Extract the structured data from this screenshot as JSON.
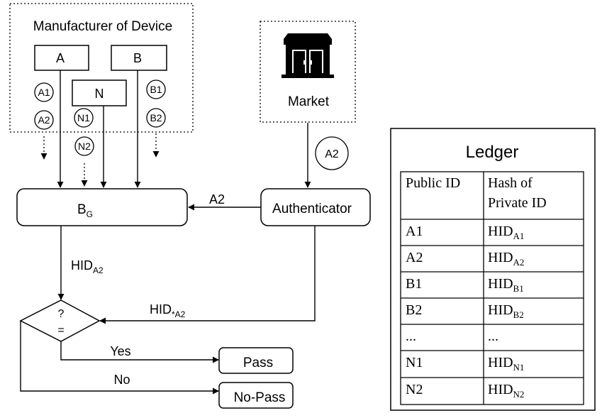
{
  "manufacturer": {
    "title": "Manufacturer of Device",
    "boxes": {
      "a": "A",
      "b": "B",
      "n": "N"
    },
    "tokens": {
      "a1": "A1",
      "a2": "A2",
      "b1": "B1",
      "b2": "B2",
      "n1": "N1",
      "n2": "N2"
    }
  },
  "market": {
    "label": "Market",
    "icon": "store-icon",
    "token": "A2"
  },
  "flow": {
    "bg_main": "B",
    "bg_sub": "G",
    "authenticator": "Authenticator",
    "auth_to_bg_label": "A2",
    "hid_left_main": "HID",
    "hid_left_sub": "A2",
    "hid_right_main": "HID",
    "hid_right_sub": "*A2",
    "decision_q": "?",
    "decision_eq": "=",
    "yes_label": "Yes",
    "no_label": "No",
    "pass_label": "Pass",
    "nopass_label": "No-Pass"
  },
  "ledger": {
    "title": "Ledger",
    "header_col1": "Public ID",
    "header_col2_line1": "Hash of",
    "header_col2_line2": "Private ID",
    "rows": [
      {
        "id": "A1",
        "hash_main": "HID",
        "hash_sub": "A1"
      },
      {
        "id": "A2",
        "hash_main": "HID",
        "hash_sub": "A2"
      },
      {
        "id": "B1",
        "hash_main": "HID",
        "hash_sub": "B1"
      },
      {
        "id": "B2",
        "hash_main": "HID",
        "hash_sub": "B2"
      },
      {
        "id": "...",
        "hash_main": "...",
        "hash_sub": ""
      },
      {
        "id": "N1",
        "hash_main": "HID",
        "hash_sub": "N1"
      },
      {
        "id": "N2",
        "hash_main": "HID",
        "hash_sub": "N2"
      }
    ]
  }
}
